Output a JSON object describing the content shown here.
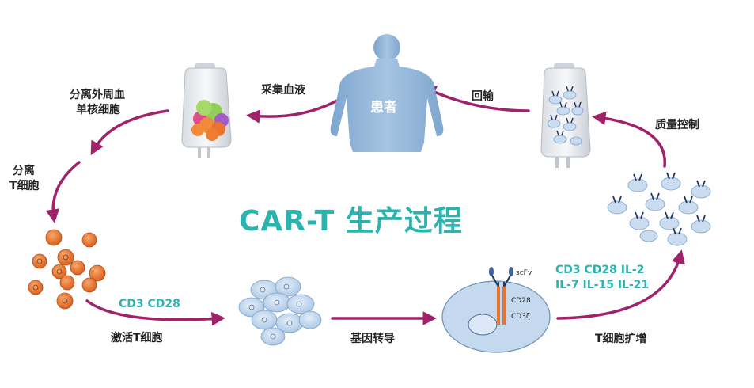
{
  "title": "CAR-T 生产过程",
  "patient_label": "患者",
  "steps": {
    "collect_blood": "采集血液",
    "separate_pbmc_line1": "分离外周血",
    "separate_pbmc_line2": "单核细胞",
    "separate_t_line1": "分离",
    "separate_t_line2": "T细胞",
    "activate_t": "激活T细胞",
    "activate_markers": "CD3  CD28",
    "gene_transfer": "基因转导",
    "t_expansion": "T细胞扩增",
    "expansion_markers_line1": "CD3  CD28  IL-2",
    "expansion_markers_line2": "IL-7  IL-15  IL-21",
    "quality_control": "质量控制",
    "reinfusion": "回输"
  },
  "car_labels": {
    "scfv": "scFv",
    "cd28": "CD28",
    "cd3z": "CD3ζ"
  },
  "colors": {
    "arrow": "#a0226a",
    "teal": "#2bb3b0",
    "body": "#8fb3d6",
    "orange_cell": "#e8742f",
    "blue_cell": "#c9dcf0"
  }
}
